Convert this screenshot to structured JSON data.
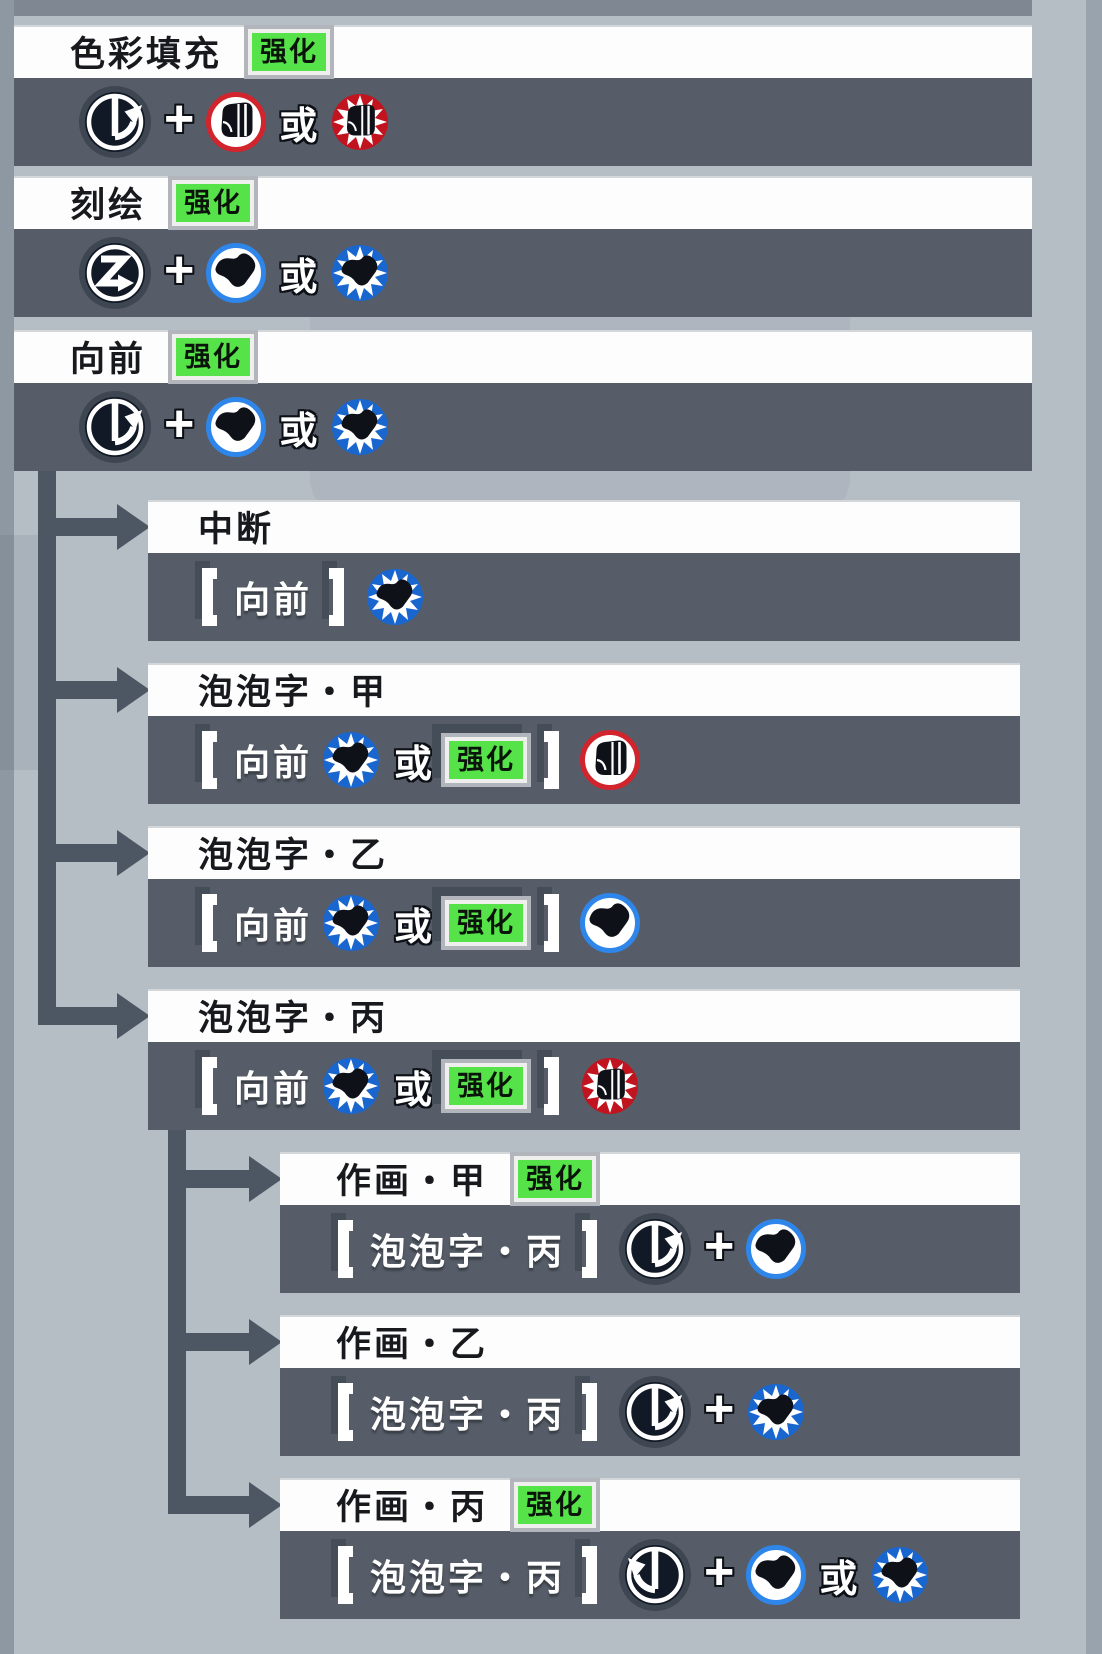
{
  "badge_label": "强化",
  "or_label": "或",
  "plus_label": "+",
  "bracket_open": "[",
  "bracket_close": "]",
  "colors": {
    "bg": "#b5bdc5",
    "row_dark": "#565d68",
    "title_bg": "#fdfdfe",
    "connector": "#4d5663",
    "badge_green": "#55e349",
    "punch_red": "#d2242c",
    "od_punch_red": "#c1141f",
    "kick_blue": "#2e86ea",
    "od_kick_blue": "#1a66cf",
    "motion_disc": "#121926",
    "motion_halo": "#3e4652"
  },
  "icon_legend": {
    "qcf": "quarter-circle-forward-motion",
    "qcb": "quarter-circle-back-motion",
    "dp": "z-motion",
    "punch": "punch-button",
    "od-punch": "od-punch-button",
    "kick": "kick-button",
    "od-kick": "od-kick-button"
  },
  "sections": [
    {
      "id": "secaitianchong",
      "level": 0,
      "title": "色彩填充",
      "badge": true,
      "inputs": [
        {
          "type": "icon",
          "icon": "qcf"
        },
        {
          "type": "plus"
        },
        {
          "type": "icon",
          "icon": "punch"
        },
        {
          "type": "or"
        },
        {
          "type": "icon",
          "icon": "od-punch"
        }
      ]
    },
    {
      "id": "kehui",
      "level": 0,
      "title": "刻绘",
      "badge": true,
      "inputs": [
        {
          "type": "icon",
          "icon": "dp"
        },
        {
          "type": "plus"
        },
        {
          "type": "icon",
          "icon": "kick"
        },
        {
          "type": "or"
        },
        {
          "type": "icon",
          "icon": "od-kick"
        }
      ]
    },
    {
      "id": "xiangqian",
      "level": 0,
      "title": "向前",
      "badge": true,
      "inputs": [
        {
          "type": "icon",
          "icon": "qcf"
        },
        {
          "type": "plus"
        },
        {
          "type": "icon",
          "icon": "kick"
        },
        {
          "type": "or"
        },
        {
          "type": "icon",
          "icon": "od-kick"
        }
      ]
    },
    {
      "id": "zhongduan",
      "level": 1,
      "title": "中断",
      "badge": false,
      "inputs": [
        {
          "type": "bracket-open"
        },
        {
          "type": "text",
          "text": "向前"
        },
        {
          "type": "bracket-close"
        },
        {
          "type": "icon",
          "icon": "od-kick"
        }
      ]
    },
    {
      "id": "paopaozi-jia",
      "level": 1,
      "title": "泡泡字・甲",
      "badge": false,
      "inputs": [
        {
          "type": "bracket-open"
        },
        {
          "type": "text",
          "text": "向前"
        },
        {
          "type": "icon",
          "icon": "od-kick"
        },
        {
          "type": "or"
        },
        {
          "type": "badge"
        },
        {
          "type": "bracket-close"
        },
        {
          "type": "icon",
          "icon": "punch"
        }
      ]
    },
    {
      "id": "paopaozi-yi",
      "level": 1,
      "title": "泡泡字・乙",
      "badge": false,
      "inputs": [
        {
          "type": "bracket-open"
        },
        {
          "type": "text",
          "text": "向前"
        },
        {
          "type": "icon",
          "icon": "od-kick"
        },
        {
          "type": "or"
        },
        {
          "type": "badge"
        },
        {
          "type": "bracket-close"
        },
        {
          "type": "icon",
          "icon": "kick"
        }
      ]
    },
    {
      "id": "paopaozi-bing",
      "level": 1,
      "title": "泡泡字・丙",
      "badge": false,
      "inputs": [
        {
          "type": "bracket-open"
        },
        {
          "type": "text",
          "text": "向前"
        },
        {
          "type": "icon",
          "icon": "od-kick"
        },
        {
          "type": "or"
        },
        {
          "type": "badge"
        },
        {
          "type": "bracket-close"
        },
        {
          "type": "icon",
          "icon": "od-punch"
        }
      ]
    },
    {
      "id": "zuohua-jia",
      "level": 2,
      "title": "作画・甲",
      "badge": true,
      "inputs": [
        {
          "type": "bracket-open"
        },
        {
          "type": "text",
          "text": "泡泡字・丙"
        },
        {
          "type": "bracket-close"
        },
        {
          "type": "icon",
          "icon": "qcf"
        },
        {
          "type": "plus"
        },
        {
          "type": "icon",
          "icon": "kick"
        }
      ]
    },
    {
      "id": "zuohua-yi",
      "level": 2,
      "title": "作画・乙",
      "badge": false,
      "inputs": [
        {
          "type": "bracket-open"
        },
        {
          "type": "text",
          "text": "泡泡字・丙"
        },
        {
          "type": "bracket-close"
        },
        {
          "type": "icon",
          "icon": "qcf"
        },
        {
          "type": "plus"
        },
        {
          "type": "icon",
          "icon": "od-kick"
        }
      ]
    },
    {
      "id": "zuohua-bing",
      "level": 2,
      "title": "作画・丙",
      "badge": true,
      "inputs": [
        {
          "type": "bracket-open"
        },
        {
          "type": "text",
          "text": "泡泡字・丙"
        },
        {
          "type": "bracket-close"
        },
        {
          "type": "icon",
          "icon": "qcb"
        },
        {
          "type": "plus"
        },
        {
          "type": "icon",
          "icon": "kick"
        },
        {
          "type": "or"
        },
        {
          "type": "icon",
          "icon": "od-kick"
        }
      ]
    }
  ],
  "branches": [
    {
      "parent": "xiangqian",
      "children": [
        "zhongduan",
        "paopaozi-jia",
        "paopaozi-yi",
        "paopaozi-bing"
      ]
    },
    {
      "parent": "paopaozi-bing",
      "children": [
        "zuohua-jia",
        "zuohua-yi",
        "zuohua-bing"
      ]
    }
  ]
}
